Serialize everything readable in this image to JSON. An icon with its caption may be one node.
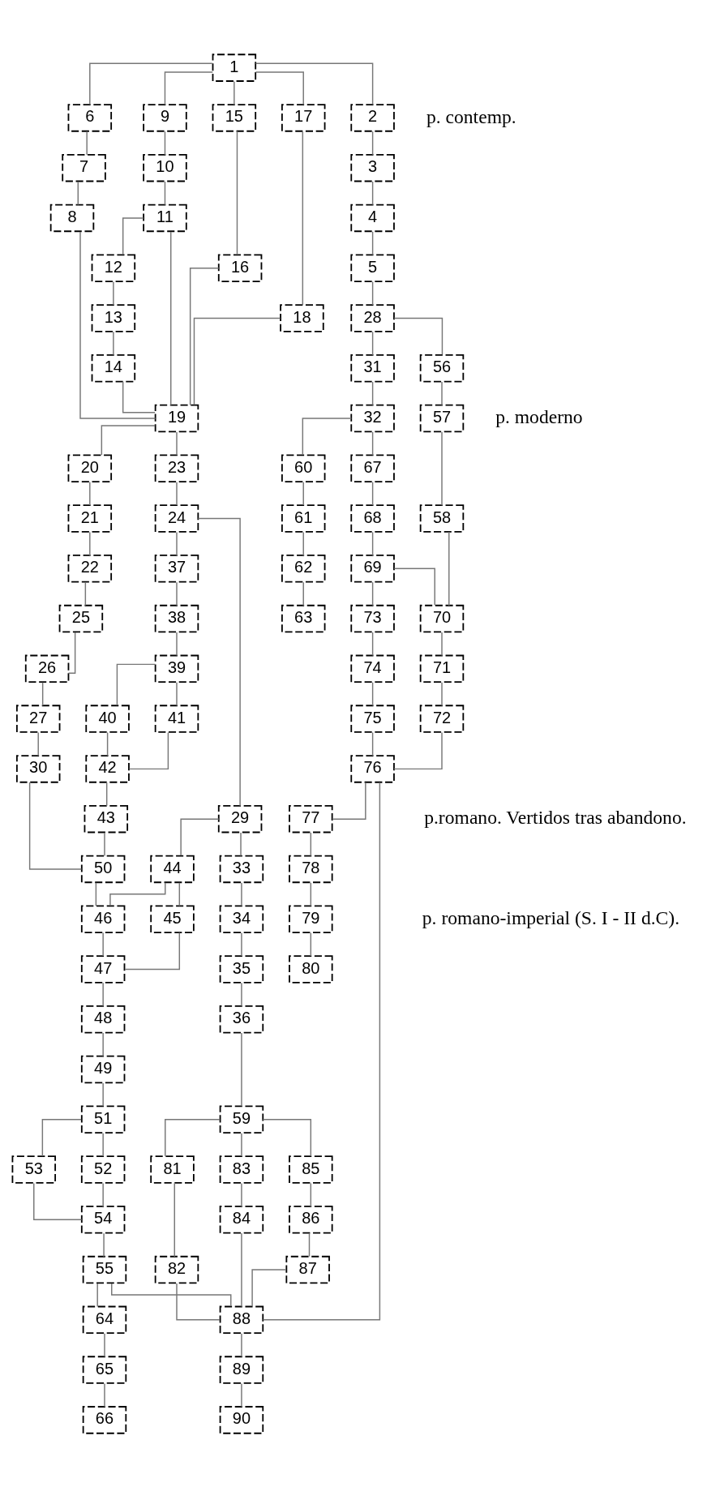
{
  "diagram": {
    "nodes": [
      {
        "text": [
          "1"
        ]
      },
      {
        "text": [
          "2"
        ]
      },
      {
        "text": [
          "3"
        ]
      },
      {
        "text": [
          "4"
        ]
      },
      {
        "text": [
          "5"
        ]
      },
      {
        "text": [
          "6"
        ]
      },
      {
        "text": [
          "7"
        ]
      },
      {
        "text": [
          "8"
        ]
      },
      {
        "text": [
          "9"
        ]
      },
      {
        "text": [
          "10"
        ]
      },
      {
        "text": [
          "11"
        ]
      },
      {
        "text": [
          "12"
        ]
      },
      {
        "text": [
          "13"
        ]
      },
      {
        "text": [
          "14"
        ]
      },
      {
        "text": [
          "15"
        ]
      },
      {
        "text": [
          "16"
        ]
      },
      {
        "text": [
          "17"
        ]
      },
      {
        "text": [
          "18"
        ]
      },
      {
        "text": [
          "19"
        ]
      },
      {
        "text": [
          "20"
        ]
      },
      {
        "text": [
          "21"
        ]
      },
      {
        "text": [
          "22"
        ]
      },
      {
        "text": [
          "23"
        ]
      },
      {
        "text": [
          "24"
        ]
      },
      {
        "text": [
          "25"
        ]
      },
      {
        "text": [
          "26"
        ]
      },
      {
        "text": [
          "27"
        ]
      },
      {
        "text": [
          "28"
        ]
      },
      {
        "text": [
          "29"
        ]
      },
      {
        "text": [
          "30"
        ]
      },
      {
        "text": [
          "31"
        ]
      },
      {
        "text": [
          "32"
        ]
      },
      {
        "text": [
          "33"
        ]
      },
      {
        "text": [
          "34"
        ]
      },
      {
        "text": [
          "35"
        ]
      },
      {
        "text": [
          "36"
        ]
      },
      {
        "text": [
          "37"
        ]
      },
      {
        "text": [
          "38"
        ]
      },
      {
        "text": [
          "39"
        ]
      },
      {
        "text": [
          "40"
        ]
      },
      {
        "text": [
          "41"
        ]
      },
      {
        "text": [
          "42"
        ]
      },
      {
        "text": [
          "43"
        ]
      },
      {
        "text": [
          "44"
        ]
      },
      {
        "text": [
          "45"
        ]
      },
      {
        "text": [
          "46"
        ]
      },
      {
        "text": [
          "47"
        ]
      },
      {
        "text": [
          "48"
        ]
      },
      {
        "text": [
          "49"
        ]
      },
      {
        "text": [
          "50"
        ]
      },
      {
        "text": [
          "51"
        ]
      },
      {
        "text": [
          "52"
        ]
      },
      {
        "text": [
          "53"
        ]
      },
      {
        "text": [
          "54"
        ]
      },
      {
        "text": [
          "55"
        ]
      },
      {
        "text": [
          "56"
        ]
      },
      {
        "text": [
          "57"
        ]
      },
      {
        "text": [
          "58"
        ]
      },
      {
        "text": [
          "59"
        ]
      },
      {
        "text": [
          "60"
        ]
      },
      {
        "text": [
          "61"
        ]
      },
      {
        "text": [
          "62"
        ]
      },
      {
        "text": [
          "63"
        ]
      },
      {
        "text": [
          "64"
        ]
      },
      {
        "text": [
          "65"
        ]
      },
      {
        "text": [
          "66"
        ]
      },
      {
        "text": [
          "67"
        ]
      },
      {
        "text": [
          "68"
        ]
      },
      {
        "text": [
          "69"
        ]
      },
      {
        "text": [
          "70"
        ]
      },
      {
        "text": [
          "71"
        ]
      },
      {
        "text": [
          "72"
        ]
      },
      {
        "text": [
          "73"
        ]
      },
      {
        "text": [
          "74"
        ]
      },
      {
        "text": [
          "75"
        ]
      },
      {
        "text": [
          "76"
        ]
      },
      {
        "text": [
          "77"
        ]
      },
      {
        "text": [
          "78"
        ]
      },
      {
        "text": [
          "79"
        ]
      },
      {
        "text": [
          "80"
        ]
      },
      {
        "text": [
          "81"
        ]
      },
      {
        "text": [
          "82"
        ]
      },
      {
        "text": [
          "83"
        ]
      },
      {
        "text": [
          "84"
        ]
      },
      {
        "text": [
          "85"
        ]
      },
      {
        "text": [
          "86"
        ]
      },
      {
        "text": [
          "87"
        ]
      },
      {
        "text": [
          "88"
        ]
      },
      {
        "text": [
          "89"
        ]
      },
      {
        "text": [
          "90"
        ]
      }
    ],
    "edges": [
      {
        "from": 0,
        "to": 1,
        "arrow": "none"
      },
      {
        "from": 0,
        "to": 8,
        "arrow": "none"
      },
      {
        "from": 0,
        "to": 14,
        "arrow": "none"
      },
      {
        "from": 0,
        "to": 16,
        "arrow": "none"
      },
      {
        "from": 0,
        "to": 5,
        "arrow": "none"
      },
      {
        "from": 1,
        "to": 2,
        "arrow": "none"
      },
      {
        "from": 2,
        "to": 3,
        "arrow": "none"
      },
      {
        "from": 3,
        "to": 4,
        "arrow": "none"
      },
      {
        "from": 4,
        "to": 27,
        "arrow": "none"
      },
      {
        "from": 5,
        "to": 6,
        "arrow": "none"
      },
      {
        "from": 6,
        "to": 7,
        "arrow": "none"
      },
      {
        "from": 7,
        "to": 18,
        "arrow": "none"
      },
      {
        "from": 8,
        "to": 9,
        "arrow": "none"
      },
      {
        "from": 9,
        "to": 10,
        "arrow": "none"
      },
      {
        "from": 10,
        "to": 11,
        "arrow": "none"
      },
      {
        "from": 10,
        "to": 18,
        "arrow": "none"
      },
      {
        "from": 11,
        "to": 12,
        "arrow": "none"
      },
      {
        "from": 12,
        "to": 13,
        "arrow": "none"
      },
      {
        "from": 13,
        "to": 18,
        "arrow": "none"
      },
      {
        "from": 14,
        "to": 15,
        "arrow": "none"
      },
      {
        "from": 15,
        "to": 18,
        "arrow": "none"
      },
      {
        "from": 16,
        "to": 17,
        "arrow": "none"
      },
      {
        "from": 17,
        "to": 18,
        "arrow": "none"
      },
      {
        "from": 18,
        "to": 19,
        "arrow": "none"
      },
      {
        "from": 18,
        "to": 22,
        "arrow": "none"
      },
      {
        "from": 19,
        "to": 20,
        "arrow": "none"
      },
      {
        "from": 20,
        "to": 21,
        "arrow": "none"
      },
      {
        "from": 21,
        "to": 24,
        "arrow": "none"
      },
      {
        "from": 24,
        "to": 25,
        "arrow": "none"
      },
      {
        "from": 25,
        "to": 26,
        "arrow": "none"
      },
      {
        "from": 26,
        "to": 29,
        "arrow": "none"
      },
      {
        "from": 29,
        "to": 49,
        "arrow": "none"
      },
      {
        "from": 22,
        "to": 23,
        "arrow": "none"
      },
      {
        "from": 23,
        "to": 36,
        "arrow": "none"
      },
      {
        "from": 23,
        "to": 28,
        "arrow": "none"
      },
      {
        "from": 28,
        "to": 43,
        "arrow": "none"
      },
      {
        "from": 28,
        "to": 32,
        "arrow": "none"
      },
      {
        "from": 32,
        "to": 33,
        "arrow": "none"
      },
      {
        "from": 33,
        "to": 34,
        "arrow": "none"
      },
      {
        "from": 34,
        "to": 35,
        "arrow": "none"
      },
      {
        "from": 35,
        "to": 58,
        "arrow": "none"
      },
      {
        "from": 27,
        "to": 30,
        "arrow": "none"
      },
      {
        "from": 27,
        "to": 55,
        "arrow": "none"
      },
      {
        "from": 30,
        "to": 31,
        "arrow": "none"
      },
      {
        "from": 31,
        "to": 59,
        "arrow": "none"
      },
      {
        "from": 31,
        "to": 66,
        "arrow": "none"
      },
      {
        "from": 36,
        "to": 37,
        "arrow": "none"
      },
      {
        "from": 37,
        "to": 38,
        "arrow": "none"
      },
      {
        "from": 38,
        "to": 39,
        "arrow": "none"
      },
      {
        "from": 38,
        "to": 40,
        "arrow": "none"
      },
      {
        "from": 39,
        "to": 41,
        "arrow": "none"
      },
      {
        "from": 40,
        "to": 41,
        "arrow": "none"
      },
      {
        "from": 41,
        "to": 42,
        "arrow": "none"
      },
      {
        "from": 42,
        "to": 49,
        "arrow": "none"
      },
      {
        "from": 49,
        "to": 45,
        "arrow": "none"
      },
      {
        "from": 43,
        "to": 45,
        "arrow": "none"
      },
      {
        "from": 43,
        "to": 44,
        "arrow": "none"
      },
      {
        "from": 45,
        "to": 46,
        "arrow": "none"
      },
      {
        "from": 44,
        "to": 46,
        "arrow": "none"
      },
      {
        "from": 46,
        "to": 47,
        "arrow": "none"
      },
      {
        "from": 47,
        "to": 48,
        "arrow": "none"
      },
      {
        "from": 48,
        "to": 50,
        "arrow": "none"
      },
      {
        "from": 50,
        "to": 51,
        "arrow": "none"
      },
      {
        "from": 50,
        "to": 52,
        "arrow": "none"
      },
      {
        "from": 51,
        "to": 53,
        "arrow": "none"
      },
      {
        "from": 52,
        "to": 53,
        "arrow": "none"
      },
      {
        "from": 53,
        "to": 54,
        "arrow": "none"
      },
      {
        "from": 54,
        "to": 63,
        "arrow": "none"
      },
      {
        "from": 54,
        "to": 87,
        "arrow": "none"
      },
      {
        "from": 63,
        "to": 64,
        "arrow": "none"
      },
      {
        "from": 64,
        "to": 65,
        "arrow": "none"
      },
      {
        "from": 55,
        "to": 56,
        "arrow": "none"
      },
      {
        "from": 56,
        "to": 57,
        "arrow": "none"
      },
      {
        "from": 57,
        "to": 69,
        "arrow": "none"
      },
      {
        "from": 59,
        "to": 60,
        "arrow": "none"
      },
      {
        "from": 60,
        "to": 61,
        "arrow": "none"
      },
      {
        "from": 61,
        "to": 62,
        "arrow": "none"
      },
      {
        "from": 66,
        "to": 67,
        "arrow": "none"
      },
      {
        "from": 67,
        "to": 68,
        "arrow": "none"
      },
      {
        "from": 68,
        "to": 69,
        "arrow": "none"
      },
      {
        "from": 68,
        "to": 72,
        "arrow": "none"
      },
      {
        "from": 69,
        "to": 70,
        "arrow": "none"
      },
      {
        "from": 70,
        "to": 71,
        "arrow": "none"
      },
      {
        "from": 72,
        "to": 73,
        "arrow": "none"
      },
      {
        "from": 73,
        "to": 74,
        "arrow": "none"
      },
      {
        "from": 71,
        "to": 75,
        "arrow": "none"
      },
      {
        "from": 74,
        "to": 75,
        "arrow": "none"
      },
      {
        "from": 75,
        "to": 76,
        "arrow": "none"
      },
      {
        "from": 76,
        "to": 77,
        "arrow": "none"
      },
      {
        "from": 77,
        "to": 78,
        "arrow": "none"
      },
      {
        "from": 78,
        "to": 79,
        "arrow": "none"
      },
      {
        "from": 75,
        "to": 87,
        "arrow": "none"
      },
      {
        "from": 58,
        "to": 80,
        "arrow": "none"
      },
      {
        "from": 58,
        "to": 82,
        "arrow": "none"
      },
      {
        "from": 58,
        "to": 84,
        "arrow": "none"
      },
      {
        "from": 80,
        "to": 81,
        "arrow": "none"
      },
      {
        "from": 82,
        "to": 83,
        "arrow": "none"
      },
      {
        "from": 84,
        "to": 85,
        "arrow": "none"
      },
      {
        "from": 85,
        "to": 86,
        "arrow": "none"
      },
      {
        "from": 81,
        "to": 87,
        "arrow": "none"
      },
      {
        "from": 83,
        "to": 87,
        "arrow": "none"
      },
      {
        "from": 86,
        "to": 87,
        "arrow": "none"
      },
      {
        "from": 87,
        "to": 88,
        "arrow": "none"
      },
      {
        "from": 88,
        "to": 89,
        "arrow": "none"
      }
    ],
    "labels": [
      "p. contemp.",
      "p. moderno",
      "p.romano. Vertidos tras abandono.",
      "p. romano-imperial (S. I - II d.C)."
    ]
  }
}
